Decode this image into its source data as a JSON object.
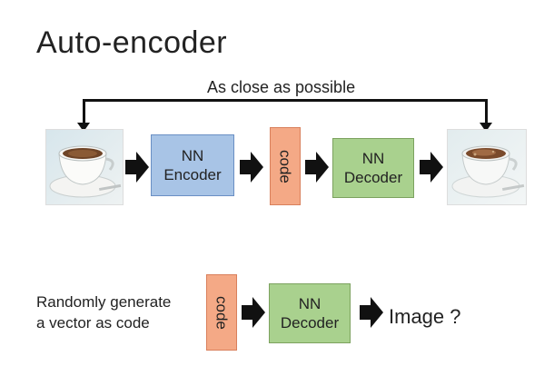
{
  "title": "Auto-encoder",
  "feedback_label": "As close as possible",
  "encoder_label": [
    "NN",
    "Encoder"
  ],
  "code_label": "code",
  "decoder_label": [
    "NN",
    "Decoder"
  ],
  "generate_text": [
    "Randomly generate",
    "a vector as code"
  ],
  "code_label_2": "code",
  "decoder_label_2": [
    "NN",
    "Decoder"
  ],
  "output_text": "Image ?",
  "colors": {
    "encoder_fill": "#a8c4e6",
    "decoder_fill": "#a9d18e",
    "code_fill": "#f4a986",
    "arrow": "#111111"
  },
  "icons": {
    "input": "coffee-cup-image",
    "output": "reconstructed-coffee-cup-image"
  }
}
